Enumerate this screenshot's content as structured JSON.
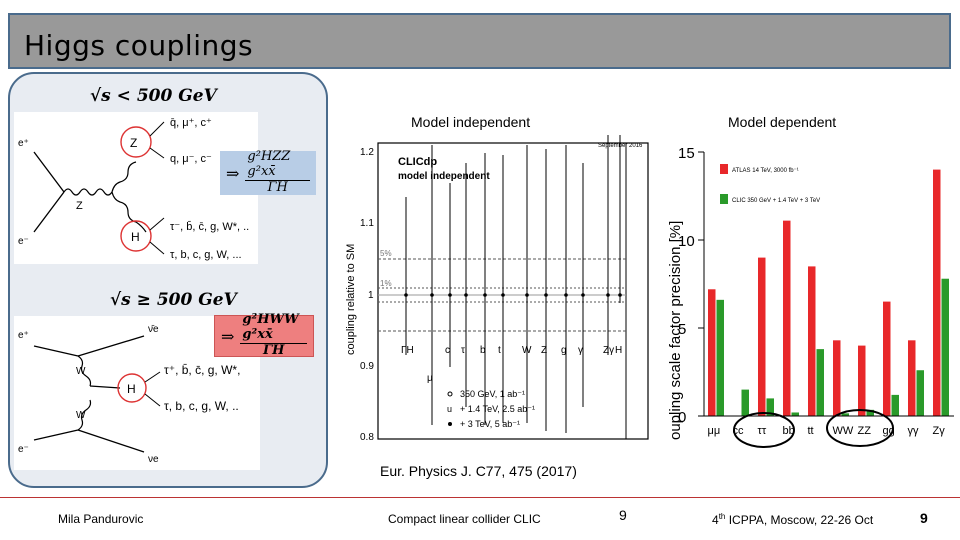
{
  "slide": {
    "title": "Higgs couplings",
    "page_number_center": "9",
    "page_number_right": "9"
  },
  "left_panel": {
    "low_energy": {
      "condition": "√s < 500 GeV",
      "top_labels": [
        "q̄, μ⁺, c⁺",
        "q, μ⁻, c⁻"
      ],
      "bottom_labels": [
        "τ⁻, b̄, c̄, g, W*, ..",
        "τ, b, c, g, W, ..."
      ],
      "vertex_Z": "Z",
      "vertex_H": "H",
      "propagator": "Z",
      "incoming": [
        "e⁺",
        "e⁻"
      ],
      "formula_num": "g²HZZ g²xx̄",
      "formula_den": "ΓH",
      "arrow": "⇒",
      "box_color": "#b8cde6"
    },
    "high_energy": {
      "condition": "√s ≥ 500 GeV",
      "top_labels": [
        "ν̄e",
        "νe"
      ],
      "bottom_labels": [
        "τ⁺, b̄, c̄, g, W*,",
        "τ, b, c, g, W, .."
      ],
      "vertex_H": "H",
      "propagators": [
        "W",
        "W"
      ],
      "incoming": [
        "e⁺",
        "e⁻"
      ],
      "formula_num": "g²HWW g²xx̄",
      "formula_den": "ΓH",
      "arrow": "⇒",
      "box_color": "#ee7f7f"
    }
  },
  "middle_chart": {
    "heading": "Model independent",
    "date_label": "September 2016",
    "ylabel": "coupling relative to SM",
    "legend_title": [
      "CLICdp",
      "model independent"
    ],
    "bands": [
      "5%",
      "1%"
    ],
    "x_labels": [
      "ΓH",
      "μ",
      "c",
      "τ",
      "b",
      "t",
      "W",
      "Z",
      "g",
      "γ",
      "Zγ",
      "H"
    ],
    "legend_entries": [
      "350 GeV, 1 ab⁻¹",
      "+ 1.4 TeV, 2.5 ab⁻¹",
      "+ 3 TeV, 5 ab⁻¹"
    ]
  },
  "right_chart": {
    "heading": "Model dependent",
    "ylabel": "oupling scale factor precision [%]",
    "legend": [
      {
        "name": "ATLAS 14 TeV, 3000 fb⁻¹",
        "color": "#e8282a"
      },
      {
        "name": "CLIC 350 GeV + 1.4 TeV + 3 TeV",
        "color": "#2a9a2a"
      }
    ]
  },
  "chart_data": {
    "type": "bar",
    "title": "",
    "xlabel": "",
    "ylabel": "oupling scale factor precision [%]",
    "ylim": [
      0,
      15
    ],
    "y_ticks": [
      0,
      5,
      10,
      15
    ],
    "categories": [
      "μμ",
      "cc",
      "ττ",
      "bb",
      "tt",
      "WW",
      "ZZ",
      "gg",
      "γγ",
      "Zγ"
    ],
    "series": [
      {
        "name": "ATLAS 14 TeV, 3000 fb⁻¹",
        "color": "#e8282a",
        "values": [
          7.2,
          0,
          9.0,
          11.1,
          8.5,
          4.3,
          4.0,
          6.5,
          4.3,
          14.0
        ]
      },
      {
        "name": "CLIC 350 GeV + 1.4 TeV + 3 TeV",
        "color": "#2a9a2a",
        "values": [
          6.6,
          1.5,
          1.0,
          0.2,
          3.8,
          0.15,
          0.35,
          1.2,
          2.6,
          7.8
        ]
      }
    ],
    "grid": false,
    "legend_position": "top-left"
  },
  "footer": {
    "citation": "Eur. Physics J. C77, 475 (2017)",
    "author": "Mila Pandurovic",
    "project": "Compact linear collider CLIC",
    "conf_prefix": "4",
    "conf_sup": "th",
    "conf_rest": " ICPPA, Moscow,  22-26 Oct"
  }
}
